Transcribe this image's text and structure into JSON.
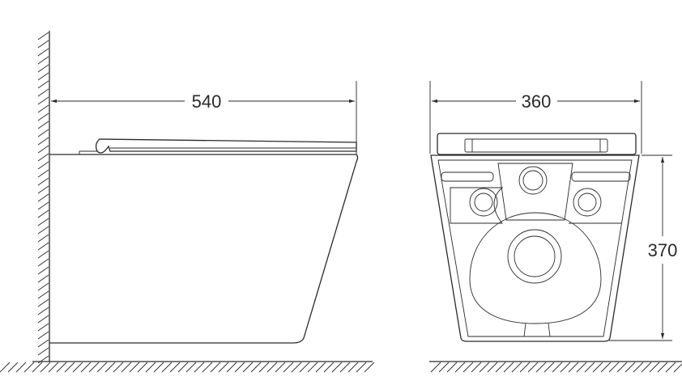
{
  "side_view": {
    "length_label": "540"
  },
  "front_view": {
    "width_label": "360",
    "height_label": "370"
  },
  "colors": {
    "line": "#2a2a2a",
    "background": "#ffffff"
  }
}
